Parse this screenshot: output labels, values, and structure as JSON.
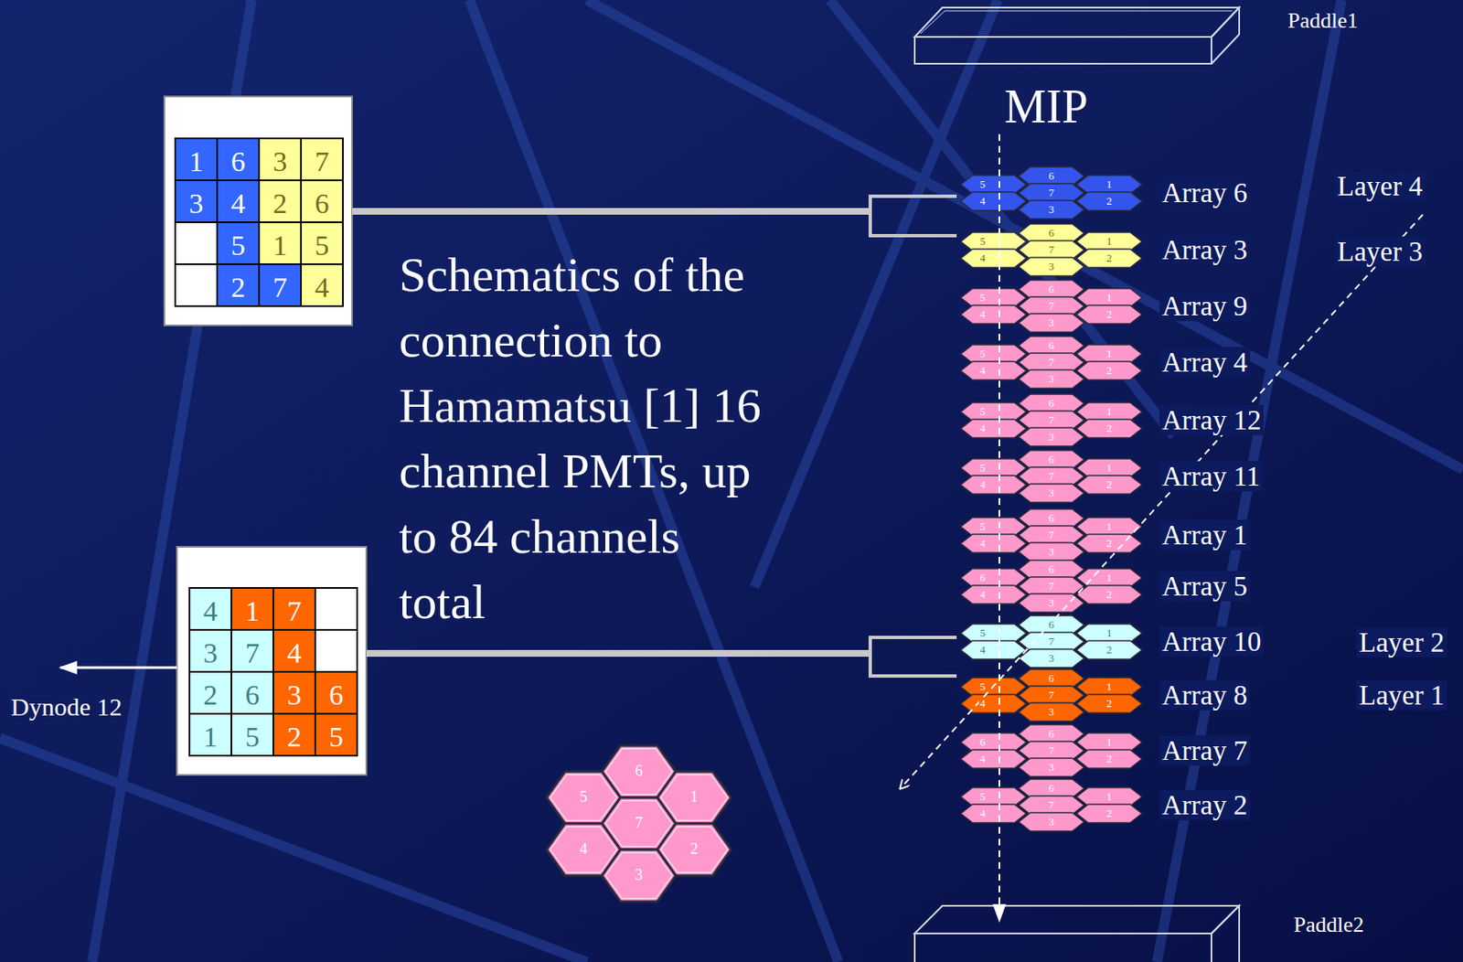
{
  "diagram": {
    "title": "Schematics of the connection to Hamamatsu [1] 16 channel PMTs, up to 84 channels total",
    "labels": [
      "Paddle1",
      "MIP",
      "Array 6",
      "Array 3",
      "Array 9",
      "Array 4",
      "Array 12",
      "Array 11",
      "Array 1",
      "Array 5",
      "Array 10",
      "Array 8",
      "Array 7",
      "Array 2",
      "Layer 4",
      "Layer 3",
      "Layer 2",
      "Layer 1",
      "Paddle2",
      "Dynode 12",
      "1",
      "6",
      "3",
      "7",
      "3",
      "4",
      "2",
      "6",
      "5",
      "1",
      "5",
      "2",
      "7",
      "4",
      "4",
      "1",
      "7",
      "3",
      "7",
      "4",
      "2",
      "6",
      "3",
      "6",
      "1",
      "5",
      "2",
      "5",
      "6",
      "5",
      "1",
      "7",
      "4",
      "2",
      "3",
      "5",
      "4",
      "6",
      "7",
      "3",
      "1",
      "2",
      "5",
      "4",
      "6",
      "7",
      "3",
      "1",
      "2",
      "5",
      "4",
      "6",
      "7",
      "3",
      "1",
      "2",
      "5",
      "4",
      "6",
      "7",
      "3",
      "1",
      "2",
      "5",
      "4",
      "6",
      "7",
      "3",
      "1",
      "2",
      "5",
      "4",
      "6",
      "7",
      "3",
      "1",
      "2",
      "5",
      "4",
      "6",
      "7",
      "3",
      "1",
      "2",
      "6",
      "4",
      "6",
      "7",
      "3",
      "1",
      "2",
      "5",
      "4",
      "6",
      "7",
      "3",
      "1",
      "2",
      "5",
      "4",
      "6",
      "7",
      "3",
      "1",
      "2",
      "6",
      "4",
      "6",
      "7",
      "3",
      "1",
      "2",
      "5",
      "4",
      "6",
      "7",
      "3",
      "1",
      "2"
    ]
  }
}
